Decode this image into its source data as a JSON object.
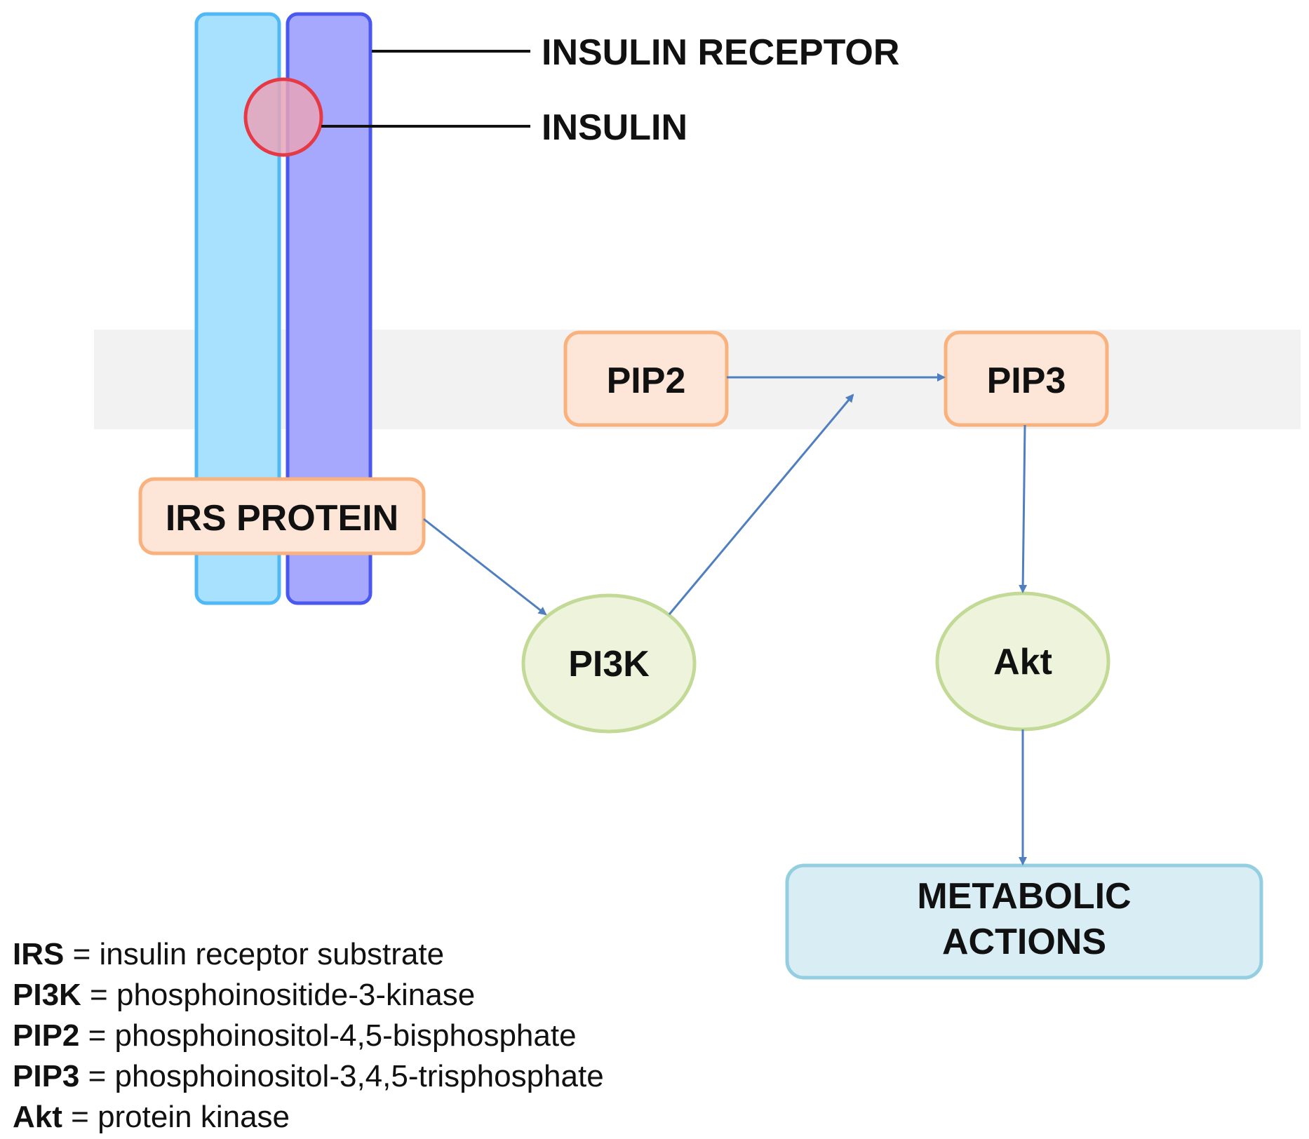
{
  "colors": {
    "membrane_band": "#f2f2f2",
    "receptor_left_fill": "#a8e1fd",
    "receptor_left_stroke": "#4fb8f5",
    "receptor_right_fill": "#a6a8fd",
    "receptor_right_stroke": "#4a58f0",
    "insulin_fill": "#e8a3b8",
    "insulin_stroke": "#e63946",
    "orange_box_fill": "#fde6d7",
    "orange_box_stroke": "#f9b27e",
    "green_node_fill": "#eef4dc",
    "green_node_stroke": "#c3da96",
    "blue_box_fill": "#d9edf4",
    "blue_box_stroke": "#93cfe0",
    "arrow": "#4f7fc0",
    "callout_line": "#111111"
  },
  "callouts": {
    "receptor": "INSULIN RECEPTOR",
    "insulin": "INSULIN"
  },
  "nodes": {
    "irs": "IRS PROTEIN",
    "pip2": "PIP2",
    "pip3": "PIP3",
    "pi3k": "PI3K",
    "akt": "Akt",
    "metabolic_line1": "METABOLIC",
    "metabolic_line2": "ACTIONS"
  },
  "legend": [
    {
      "abbr": "IRS",
      "sep": " = ",
      "meaning": "insulin receptor substrate"
    },
    {
      "abbr": "PI3K",
      "sep": " = ",
      "meaning": "phosphoinositide-3-kinase"
    },
    {
      "abbr": "PIP2",
      "sep": " = ",
      "meaning": "phosphoinositol-4,5-bisphosphate"
    },
    {
      "abbr": "PIP3",
      "sep": " = ",
      "meaning": "phosphoinositol-3,4,5-trisphosphate"
    },
    {
      "abbr": "Akt",
      "sep": " = ",
      "meaning": "protein kinase"
    }
  ]
}
